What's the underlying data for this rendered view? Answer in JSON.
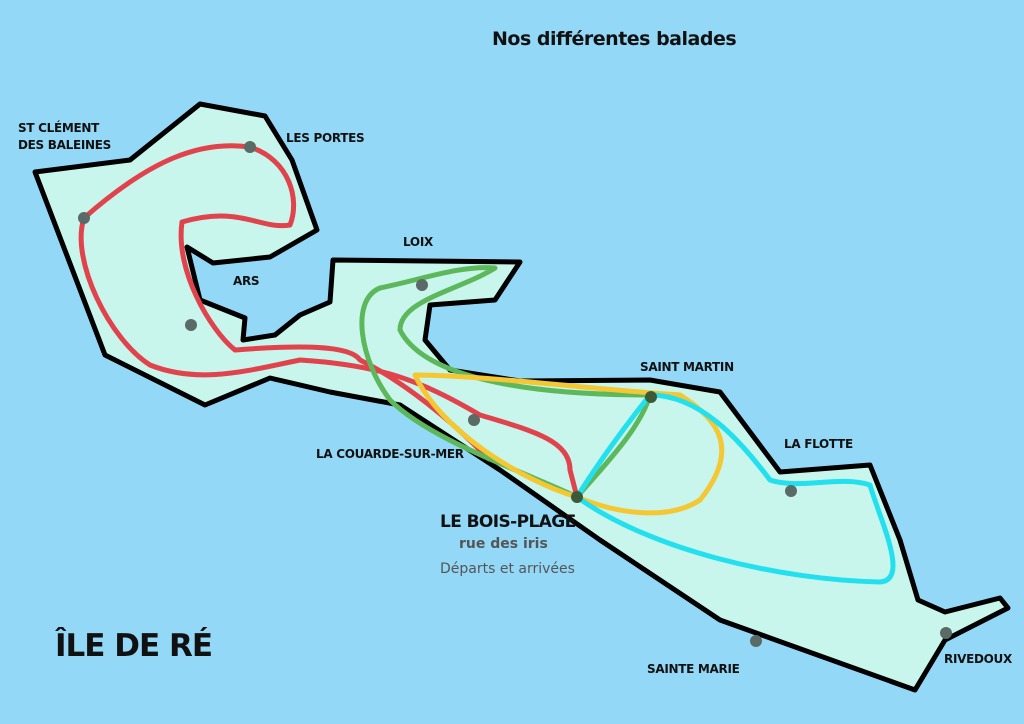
{
  "title": "Nos différentes balades",
  "island_name": "ÎLE DE RÉ",
  "start": {
    "name": "LE BOIS-PLAGE",
    "street": "rue des iris",
    "note": "Départs et arrivées"
  },
  "places": [
    "ST CLÉMENT",
    "DES BALEINES",
    "LES PORTES",
    "ARS",
    "LOIX",
    "SAINT MARTIN",
    "LA FLOTTE",
    "LA COUARDE-SUR-MER",
    "SAINTE MARIE",
    "RIVEDOUX"
  ],
  "colors": {
    "sea": "#94d8f8",
    "land": "#c8f5ec",
    "red_route": "#e0434b",
    "green_route": "#5cb85a",
    "yellow_route": "#f5c733",
    "cyan_route": "#22e0ee",
    "town_dot": "#5a6a66"
  }
}
